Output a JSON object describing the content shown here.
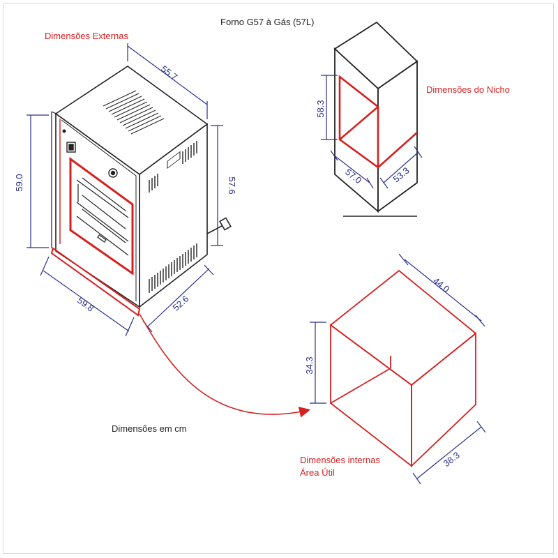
{
  "title": "Forno G57 à Gás (57L)",
  "labels": {
    "external": "Dimensões Externas",
    "niche": "Dimensões do Nicho",
    "units": "Dimensões em cm",
    "internal_line1": "Dimensões internas",
    "internal_line2": "Área Útil"
  },
  "dimensions": {
    "external": {
      "depth_top": "55.7",
      "height_left": "59.0",
      "height_right": "57.6",
      "width_front": "59.8",
      "depth_bottom": "52.6"
    },
    "niche": {
      "height": "58.3",
      "width": "57.0",
      "depth": "53.3"
    },
    "internal": {
      "width": "44.0",
      "height": "34.3",
      "depth": "38.3"
    }
  },
  "colors": {
    "outline": "#222222",
    "accent": "#d42020",
    "dimension_text": "#2a2f8a"
  }
}
